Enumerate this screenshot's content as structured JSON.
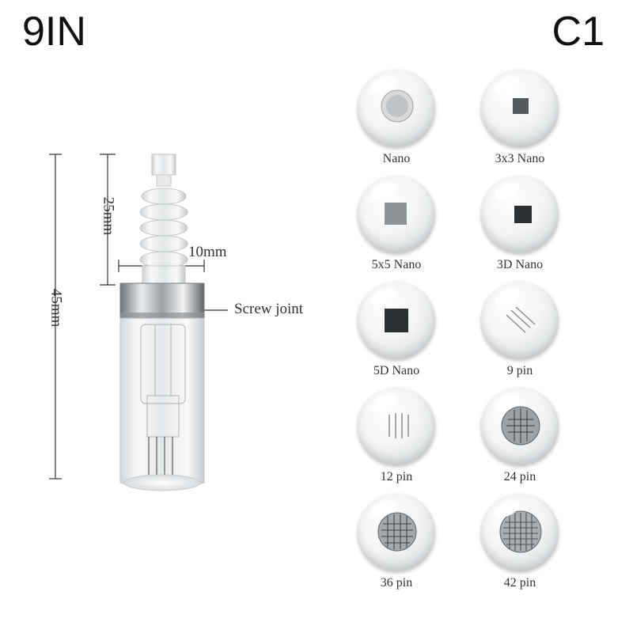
{
  "header": {
    "title_left": "9IN",
    "title_right": "C1"
  },
  "diagram": {
    "length_total": "45mm",
    "length_top": "25mm",
    "diameter": "10mm",
    "screw_joint": "Screw joint"
  },
  "heads": [
    {
      "label": "Nano",
      "type": "nano-round"
    },
    {
      "label": "3x3 Nano",
      "type": "nano-square-small"
    },
    {
      "label": "5x5 Nano",
      "type": "nano-square"
    },
    {
      "label": "3D Nano",
      "type": "nano-dark"
    },
    {
      "label": "5D Nano",
      "type": "nano-dark-large"
    },
    {
      "label": "9 pin",
      "type": "pins"
    },
    {
      "label": "12 pin",
      "type": "pins"
    },
    {
      "label": "24 pin",
      "type": "pins-ring"
    },
    {
      "label": "36 pin",
      "type": "pins-ring"
    },
    {
      "label": "42 pin",
      "type": "pins-ring"
    }
  ]
}
